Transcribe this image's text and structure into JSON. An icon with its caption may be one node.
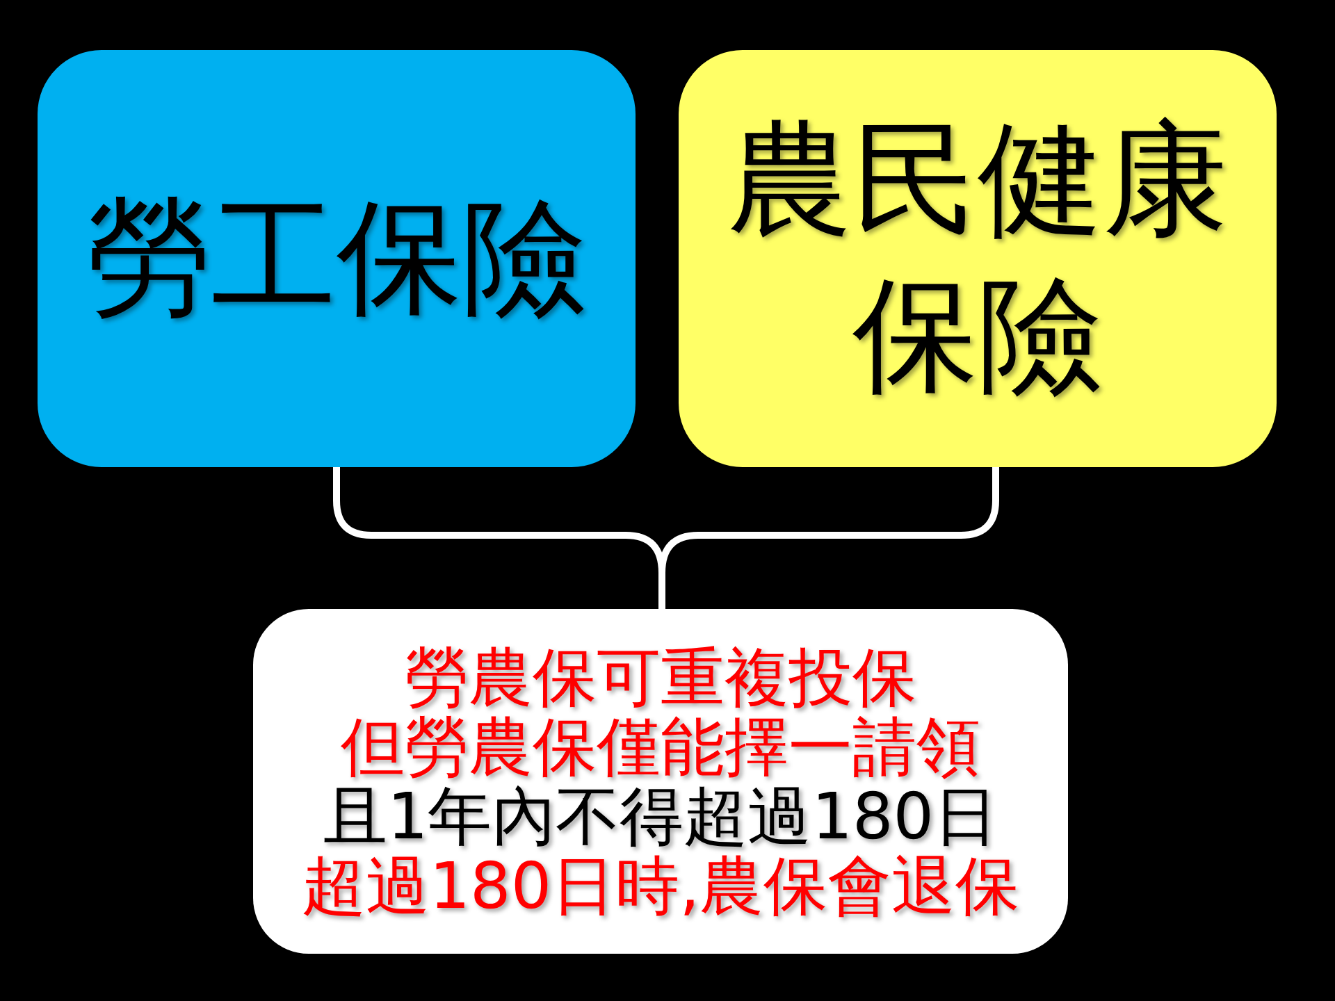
{
  "diagram": {
    "nodes": [
      {
        "text": [
          "勞工保險"
        ]
      },
      {
        "text": [
          "農民健康保險"
        ]
      },
      {
        "text": [
          "勞農保可重複投保",
          "但勞農保僅能擇一請領",
          "且1年內不得超過180日",
          "超過180日時,農保會退保"
        ]
      }
    ],
    "edges": [
      {
        "from": 0,
        "to": 2,
        "arrow": "none"
      },
      {
        "from": 1,
        "to": 2,
        "arrow": "none"
      }
    ]
  }
}
